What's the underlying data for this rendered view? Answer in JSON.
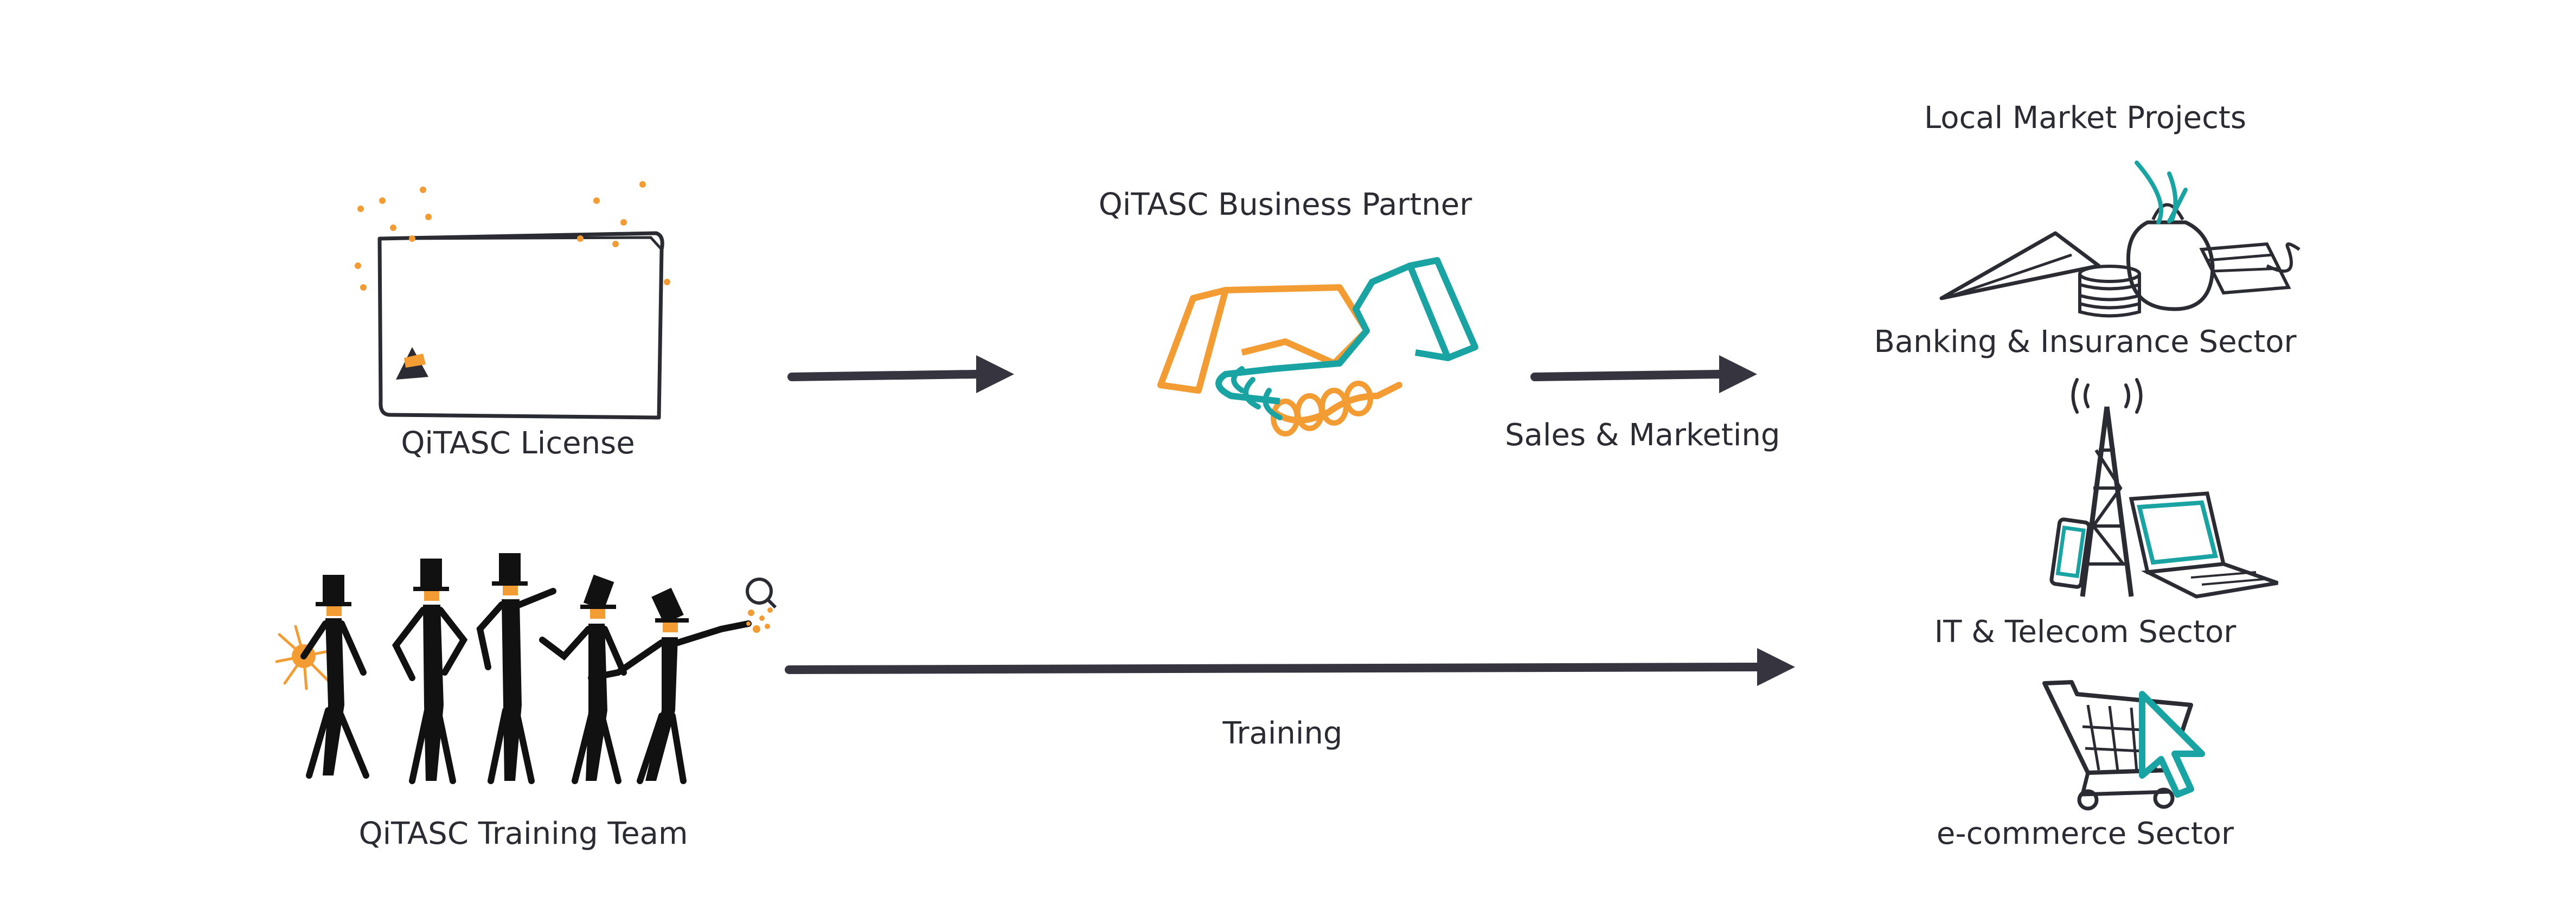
{
  "nodes": {
    "license": {
      "label": "QiTASC License",
      "icon": "license-card-icon"
    },
    "partner": {
      "label": "QiTASC Business Partner",
      "icon": "handshake-icon"
    },
    "training_team": {
      "label": "QiTASC Training Team",
      "icon": "training-team-figures-icon"
    },
    "local_market": {
      "label": "Local Market Projects"
    },
    "banking": {
      "label": "Banking & Insurance Sector",
      "icon": "money-bag-coins-icon"
    },
    "it_telecom": {
      "label": "IT & Telecom Sector",
      "icon": "tower-laptop-phone-icon"
    },
    "ecommerce": {
      "label": "e-commerce Sector",
      "icon": "shopping-cart-cursor-icon"
    }
  },
  "edges": {
    "sales": {
      "label": "Sales & Marketing"
    },
    "training": {
      "label": "Training"
    }
  },
  "colors": {
    "ink": "#2b2b33",
    "orange": "#f39c33",
    "teal": "#1aa3a3",
    "arrow": "#35343f"
  }
}
